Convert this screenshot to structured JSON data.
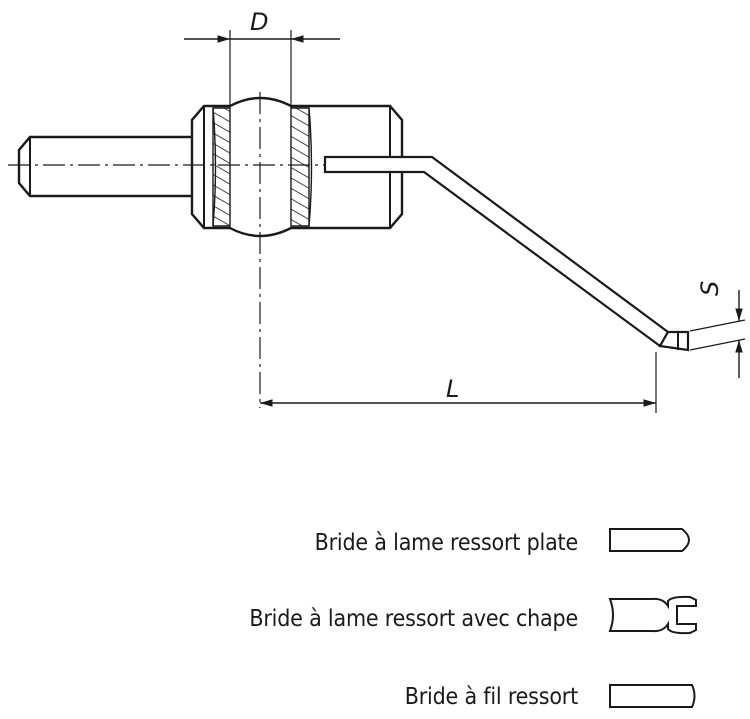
{
  "dimensions": {
    "d": "D",
    "l": "L",
    "s": "S"
  },
  "legend": [
    {
      "label": "Bride à lame ressort plate",
      "icon": "flat-spring-strip-icon"
    },
    {
      "label": "Bride à lame ressort avec chape",
      "icon": "forked-spring-strip-icon"
    },
    {
      "label": "Bride à fil ressort",
      "icon": "spring-wire-icon"
    }
  ],
  "colors": {
    "line": "#1a1a1a"
  }
}
